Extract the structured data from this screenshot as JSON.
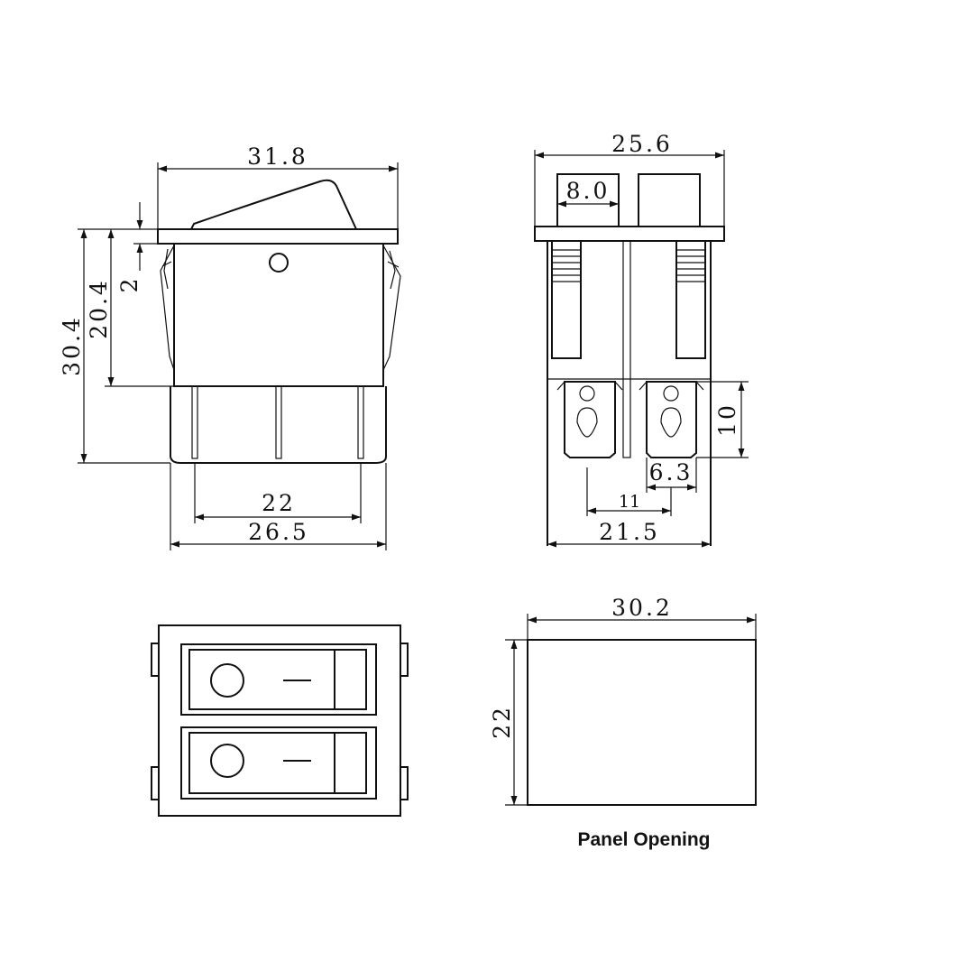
{
  "views": {
    "front": {
      "width_total": "31.8",
      "height_total": "30.4",
      "height_body": "20.4",
      "flange_thickness": "2",
      "pin_span": "22",
      "body_width": "26.5"
    },
    "side": {
      "width_total": "25.6",
      "terminal_gap": "8.0",
      "terminal_height": "10",
      "terminal_width": "6.3",
      "terminal_pitch": "11",
      "body_depth": "21.5"
    },
    "top": {},
    "panel": {
      "width": "30.2",
      "height": "22",
      "caption": "Panel Opening"
    }
  }
}
